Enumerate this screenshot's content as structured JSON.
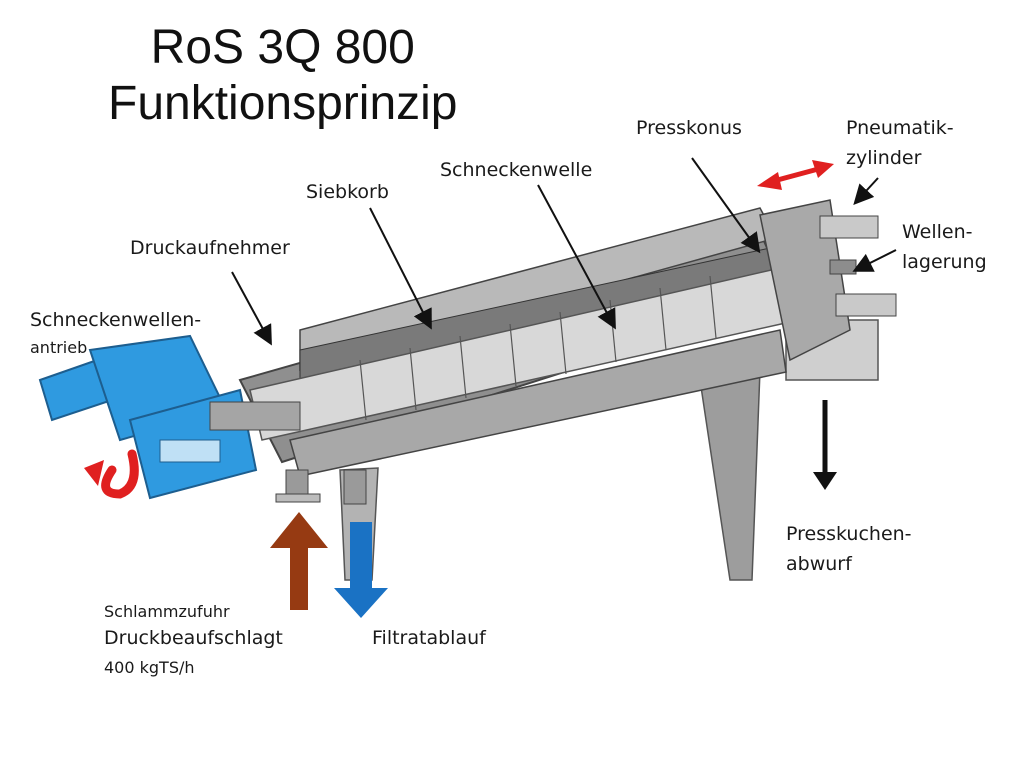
{
  "title": {
    "line1": "RoS 3Q 800",
    "line2": "Funktionsprinzip"
  },
  "labels": {
    "presskonus": "Presskonus",
    "pneumatik1": "Pneumatik-",
    "pneumatik2": "zylinder",
    "schneckenwelle": "Schneckenwelle",
    "siebkorb": "Siebkorb",
    "wellen1": "Wellen-",
    "wellen2": "lagerung",
    "druckaufnehmer": "Druckaufnehmer",
    "antrieb1": "Schneckenwellen-",
    "antrieb2": "antrieb",
    "presskuchen1": "Presskuchen-",
    "presskuchen2": "abwurf",
    "schlamm1": "Schlammzufuhr",
    "schlamm2": "Druckbeaufschlagt",
    "schlamm3": "400 kgTS/h",
    "filtrat": "Filtratablauf"
  },
  "colors": {
    "drive_blue": "#2f9ae0",
    "inflow_brown": "#963a12",
    "outflow_blue": "#1a72c4",
    "arrow_red": "#e02020",
    "steel": "#9a9a9a",
    "steel_light": "#d4d4d4"
  }
}
